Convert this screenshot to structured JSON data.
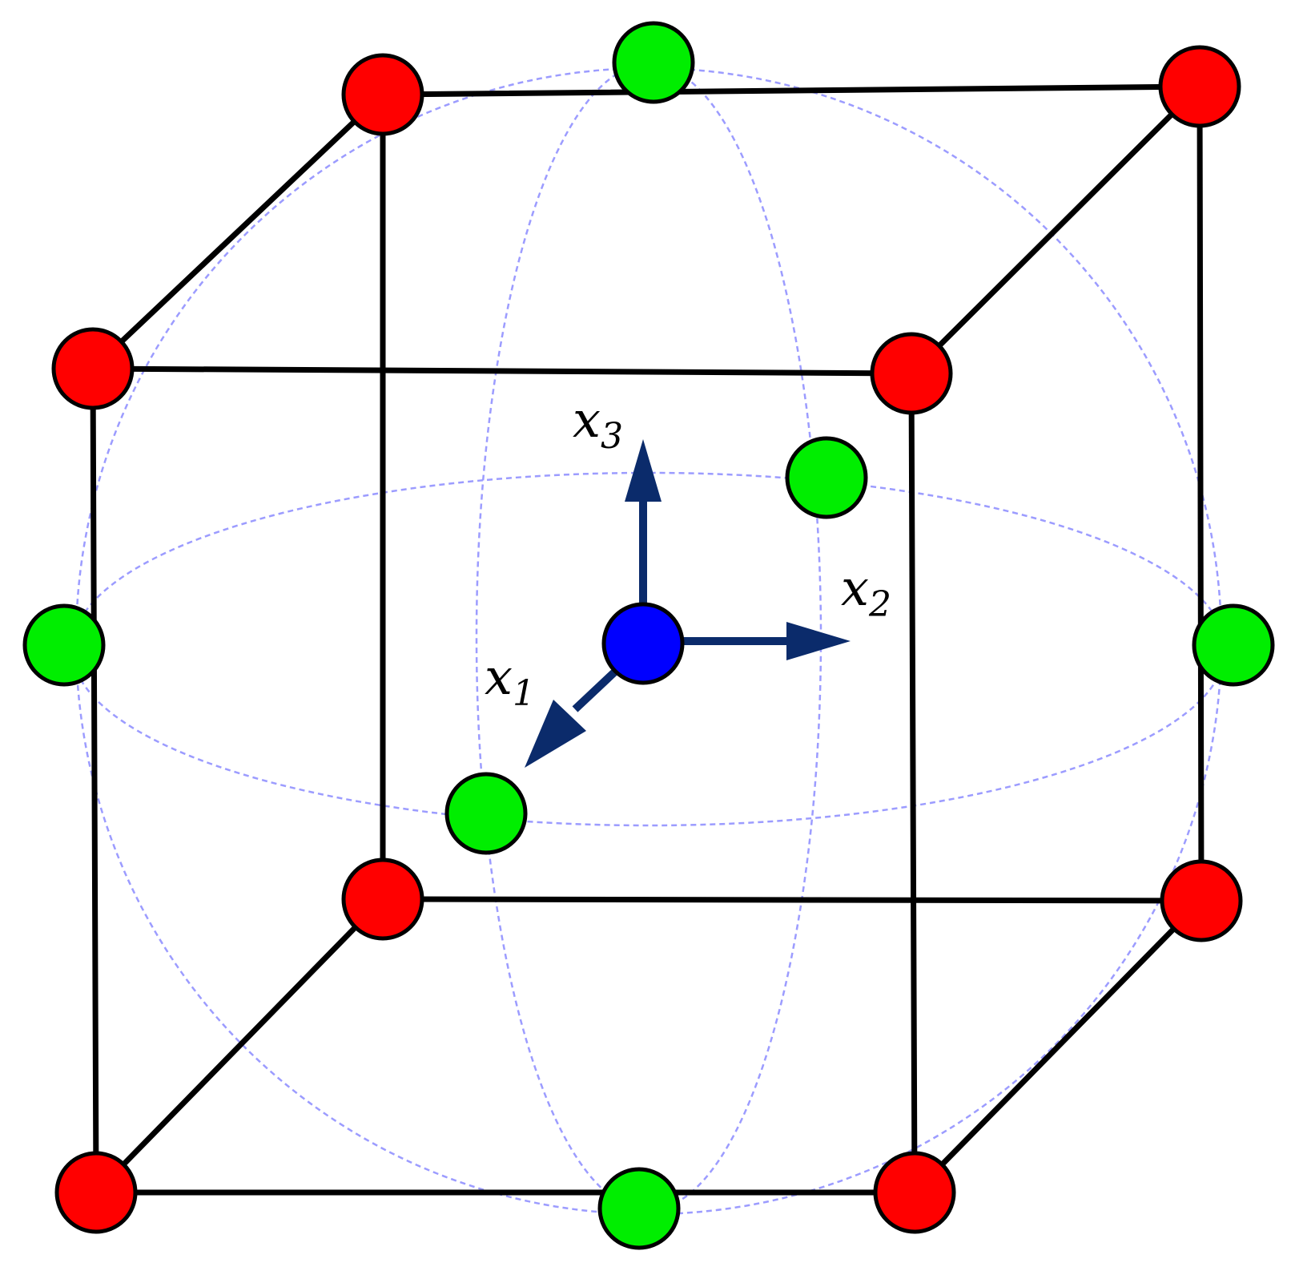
{
  "diagram": {
    "type": "central-composite-design",
    "axes": [
      {
        "id": "x1",
        "symbol": "x",
        "subscript": "1"
      },
      {
        "id": "x2",
        "symbol": "x",
        "subscript": "2"
      },
      {
        "id": "x3",
        "symbol": "x",
        "subscript": "3"
      }
    ],
    "point_groups": [
      {
        "role": "factorial",
        "color": "#ff0000",
        "count": 8
      },
      {
        "role": "axial",
        "color": "#00ee00",
        "count": 6
      },
      {
        "role": "center",
        "color": "#0000ff",
        "count": 1
      }
    ],
    "colors": {
      "cube_edges": "#000000",
      "sphere_guides": "#7b7bff",
      "axis_arrows": "#0b2b6b",
      "point_outline": "#000000"
    }
  }
}
